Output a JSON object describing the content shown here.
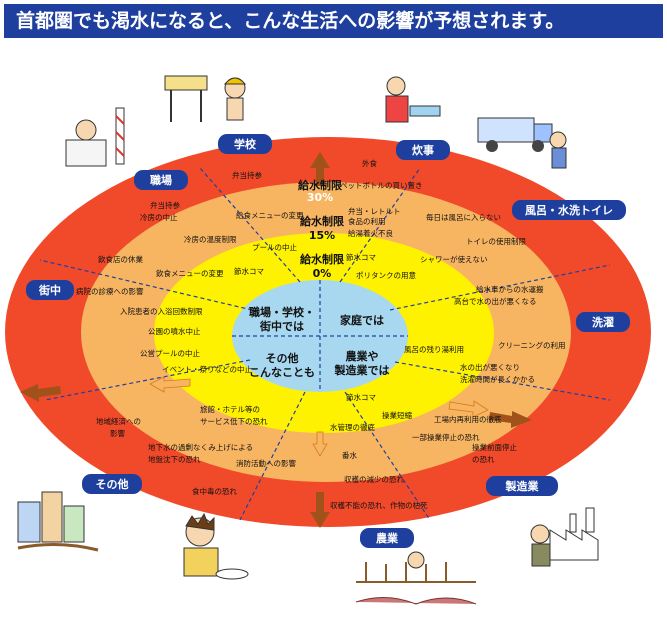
{
  "header": {
    "title": "首都圏でも渇水になると、こんな生活への影響が予想されます。"
  },
  "rings": [
    {
      "key": "r30",
      "color": "#f04a2a",
      "label_line1": "給水制限",
      "label_line2": "30%"
    },
    {
      "key": "r15",
      "color": "#f7b562",
      "label_line1": "給水制限",
      "label_line2": "15%"
    },
    {
      "key": "r0",
      "color": "#fff200",
      "label_line1": "給水制限",
      "label_line2": "0%"
    }
  ],
  "center": {
    "work": [
      "職場・学校・",
      "街中では"
    ],
    "home": "家庭では",
    "other": [
      "その他",
      "こんなことも"
    ],
    "industry": [
      "農業や",
      "製造業では"
    ]
  },
  "categories": [
    {
      "key": "school",
      "label": "学校"
    },
    {
      "key": "cooking",
      "label": "炊事"
    },
    {
      "key": "workplace",
      "label": "職場"
    },
    {
      "key": "bath",
      "label": "風呂・水洗トイレ"
    },
    {
      "key": "town",
      "label": "街中"
    },
    {
      "key": "laundry",
      "label": "洗濯"
    },
    {
      "key": "other",
      "label": "その他"
    },
    {
      "key": "manufacturing",
      "label": "製造業"
    },
    {
      "key": "farming",
      "label": "農業"
    }
  ],
  "impacts": [
    {
      "text": "外食"
    },
    {
      "text": "弁当持参"
    },
    {
      "text": "ペットボトルの買い置き"
    },
    {
      "text": "弁当持参"
    },
    {
      "text": "冷房の中止"
    },
    {
      "text": "給食メニューの変更"
    },
    {
      "text": "弁当・レトルト"
    },
    {
      "text": "食品の利用"
    },
    {
      "text": "毎日は風呂に入らない"
    },
    {
      "text": "給湯着火不良"
    },
    {
      "text": "トイレの使用制限"
    },
    {
      "text": "冷房の温度制限"
    },
    {
      "text": "プールの中止"
    },
    {
      "text": "節水コマ"
    },
    {
      "text": "シャワーが使えない"
    },
    {
      "text": "節水コマ"
    },
    {
      "text": "飲食店の休業"
    },
    {
      "text": "ポリタンクの用意"
    },
    {
      "text": "飲食メニューの変更"
    },
    {
      "text": "給水車からの水運搬"
    },
    {
      "text": "病院の診療への影響"
    },
    {
      "text": "高台で水の出が悪くなる"
    },
    {
      "text": "入院患者の入浴回数制限"
    },
    {
      "text": "公園の噴水中止"
    },
    {
      "text": "風呂の残り湯利用"
    },
    {
      "text": "クリーニングの利用"
    },
    {
      "text": "公営プールの中止"
    },
    {
      "text": "水の出が悪くなり"
    },
    {
      "text": "洗濯時間が長くかかる"
    },
    {
      "text": "イベント・祭りなどの中止"
    },
    {
      "text": "節水コマ"
    },
    {
      "text": "操業短縮"
    },
    {
      "text": "地域経済への"
    },
    {
      "text": "影響"
    },
    {
      "text": "旅館・ホテル等の"
    },
    {
      "text": "サービス低下の恐れ"
    },
    {
      "text": "工場内再利用の徹底"
    },
    {
      "text": "水管理の徹底"
    },
    {
      "text": "一部操業停止の恐れ"
    },
    {
      "text": "操業前面停止"
    },
    {
      "text": "の恐れ"
    },
    {
      "text": "地下水の過剰なくみ上げによる"
    },
    {
      "text": "地盤沈下の恐れ"
    },
    {
      "text": "番水"
    },
    {
      "text": "消防活動への影響"
    },
    {
      "text": "収穫の減少の恐れ"
    },
    {
      "text": "食中毒の恐れ"
    },
    {
      "text": "収穫不能の恐れ、作物の枯死"
    }
  ]
}
